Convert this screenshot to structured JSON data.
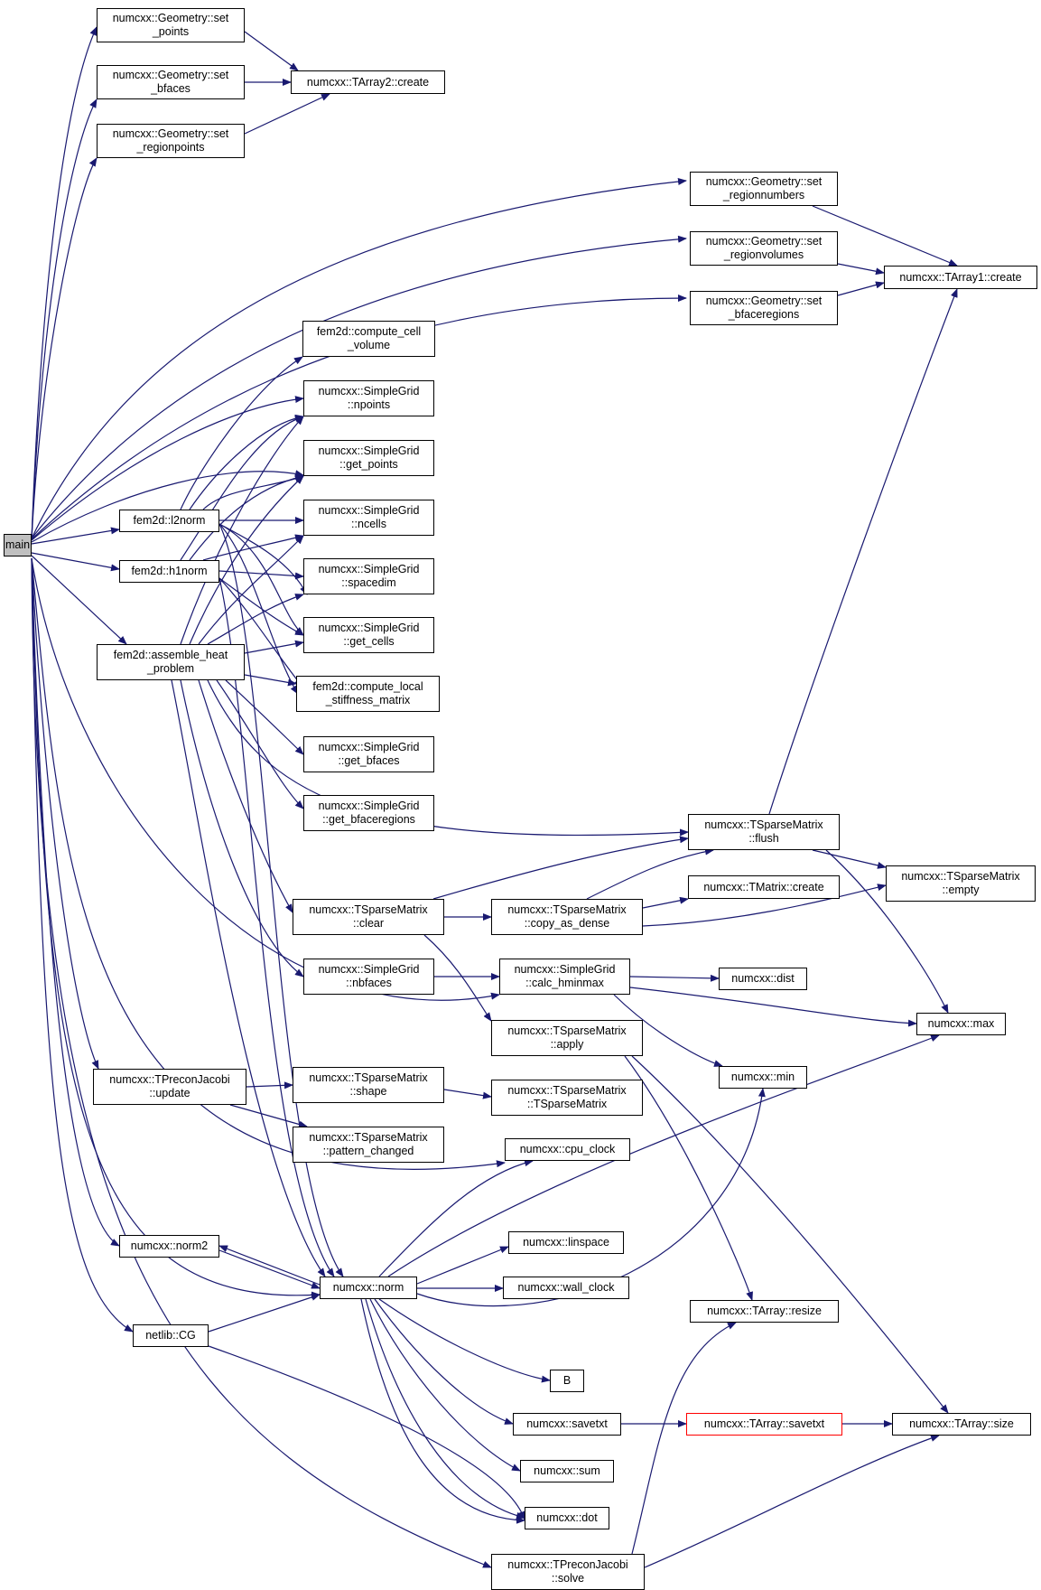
{
  "graph": {
    "edge_color": "#191970",
    "root_fill": "#bfbfbf",
    "highlight_border": "#ff0000",
    "nodes": [
      {
        "id": "main",
        "lines": [
          "main"
        ],
        "root": true
      },
      {
        "id": "geom_set_points",
        "lines": [
          "numcxx::Geometry::set",
          "_points"
        ]
      },
      {
        "id": "geom_set_bfaces",
        "lines": [
          "numcxx::Geometry::set",
          "_bfaces"
        ]
      },
      {
        "id": "geom_set_regionpoints",
        "lines": [
          "numcxx::Geometry::set",
          "_regionpoints"
        ]
      },
      {
        "id": "tarray2_create",
        "lines": [
          "numcxx::TArray2::create"
        ]
      },
      {
        "id": "geom_set_regionnumbers",
        "lines": [
          "numcxx::Geometry::set",
          "_regionnumbers"
        ]
      },
      {
        "id": "geom_set_regionvolumes",
        "lines": [
          "numcxx::Geometry::set",
          "_regionvolumes"
        ]
      },
      {
        "id": "geom_set_bfaceregions",
        "lines": [
          "numcxx::Geometry::set",
          "_bfaceregions"
        ]
      },
      {
        "id": "tarray1_create",
        "lines": [
          "numcxx::TArray1::create"
        ]
      },
      {
        "id": "compute_cell_volume",
        "lines": [
          "fem2d::compute_cell",
          "_volume"
        ]
      },
      {
        "id": "sg_npoints",
        "lines": [
          "numcxx::SimpleGrid",
          "::npoints"
        ]
      },
      {
        "id": "sg_get_points",
        "lines": [
          "numcxx::SimpleGrid",
          "::get_points"
        ]
      },
      {
        "id": "sg_ncells",
        "lines": [
          "numcxx::SimpleGrid",
          "::ncells"
        ]
      },
      {
        "id": "sg_spacedim",
        "lines": [
          "numcxx::SimpleGrid",
          "::spacedim"
        ]
      },
      {
        "id": "sg_get_cells",
        "lines": [
          "numcxx::SimpleGrid",
          "::get_cells"
        ]
      },
      {
        "id": "compute_local_stiffness",
        "lines": [
          "fem2d::compute_local",
          "_stiffness_matrix"
        ]
      },
      {
        "id": "sg_get_bfaces",
        "lines": [
          "numcxx::SimpleGrid",
          "::get_bfaces"
        ]
      },
      {
        "id": "sg_get_bfaceregions",
        "lines": [
          "numcxx::SimpleGrid",
          "::get_bfaceregions"
        ]
      },
      {
        "id": "l2norm",
        "lines": [
          "fem2d::l2norm"
        ]
      },
      {
        "id": "h1norm",
        "lines": [
          "fem2d::h1norm"
        ]
      },
      {
        "id": "assemble",
        "lines": [
          "fem2d::assemble_heat",
          "_problem"
        ]
      },
      {
        "id": "tsm_flush",
        "lines": [
          "numcxx::TSparseMatrix",
          "::flush"
        ]
      },
      {
        "id": "tsm_empty",
        "lines": [
          "numcxx::TSparseMatrix",
          "::empty"
        ]
      },
      {
        "id": "tmatrix_create",
        "lines": [
          "numcxx::TMatrix::create"
        ]
      },
      {
        "id": "tsm_clear",
        "lines": [
          "numcxx::TSparseMatrix",
          "::clear"
        ]
      },
      {
        "id": "tsm_copy_as_dense",
        "lines": [
          "numcxx::TSparseMatrix",
          "::copy_as_dense"
        ]
      },
      {
        "id": "sg_nbfaces",
        "lines": [
          "numcxx::SimpleGrid",
          "::nbfaces"
        ]
      },
      {
        "id": "sg_calc_hminmax",
        "lines": [
          "numcxx::SimpleGrid",
          "::calc_hminmax"
        ]
      },
      {
        "id": "dist",
        "lines": [
          "numcxx::dist"
        ]
      },
      {
        "id": "max",
        "lines": [
          "numcxx::max"
        ]
      },
      {
        "id": "tsm_apply",
        "lines": [
          "numcxx::TSparseMatrix",
          "::apply"
        ]
      },
      {
        "id": "min",
        "lines": [
          "numcxx::min"
        ]
      },
      {
        "id": "tpj_update",
        "lines": [
          "numcxx::TPreconJacobi",
          "::update"
        ]
      },
      {
        "id": "tsm_shape",
        "lines": [
          "numcxx::TSparseMatrix",
          "::shape"
        ]
      },
      {
        "id": "tsm_ctor",
        "lines": [
          "numcxx::TSparseMatrix",
          "::TSparseMatrix"
        ]
      },
      {
        "id": "tsm_pattern_changed",
        "lines": [
          "numcxx::TSparseMatrix",
          "::pattern_changed"
        ]
      },
      {
        "id": "cpu_clock",
        "lines": [
          "numcxx::cpu_clock"
        ]
      },
      {
        "id": "norm2",
        "lines": [
          "numcxx::norm2"
        ]
      },
      {
        "id": "linspace",
        "lines": [
          "numcxx::linspace"
        ]
      },
      {
        "id": "norm",
        "lines": [
          "numcxx::norm"
        ]
      },
      {
        "id": "wall_clock",
        "lines": [
          "numcxx::wall_clock"
        ]
      },
      {
        "id": "tarray_resize",
        "lines": [
          "numcxx::TArray::resize"
        ]
      },
      {
        "id": "cg",
        "lines": [
          "netlib::CG"
        ]
      },
      {
        "id": "B",
        "lines": [
          "B"
        ]
      },
      {
        "id": "savetxt",
        "lines": [
          "numcxx::savetxt"
        ]
      },
      {
        "id": "tarray_savetxt",
        "lines": [
          "numcxx::TArray::savetxt"
        ],
        "highlight": true
      },
      {
        "id": "tarray_size",
        "lines": [
          "numcxx::TArray::size"
        ]
      },
      {
        "id": "sum",
        "lines": [
          "numcxx::sum"
        ]
      },
      {
        "id": "dot",
        "lines": [
          "numcxx::dot"
        ]
      },
      {
        "id": "tpj_solve",
        "lines": [
          "numcxx::TPreconJacobi",
          "::solve"
        ]
      }
    ]
  }
}
